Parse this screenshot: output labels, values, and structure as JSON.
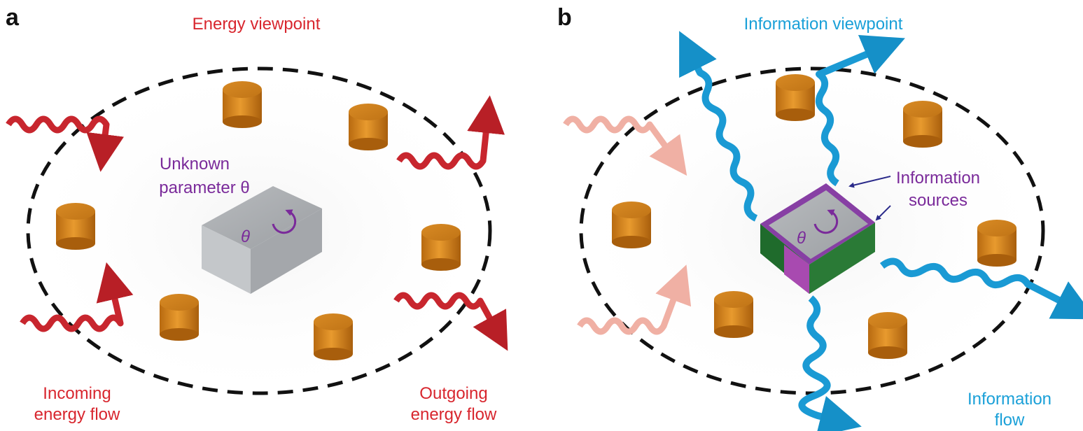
{
  "panel_a": {
    "letter": "a",
    "title": "Energy viewpoint",
    "param_line1": "Unknown",
    "param_line2": "parameter θ",
    "theta": "θ",
    "incoming_line1": "Incoming",
    "incoming_line2": "energy flow",
    "outgoing_line1": "Outgoing",
    "outgoing_line2": "energy flow"
  },
  "panel_b": {
    "letter": "b",
    "title": "Information viewpoint",
    "sources_line1": "Information",
    "sources_line2": "sources",
    "theta": "θ",
    "flow_line1": "Information",
    "flow_line2": "flow"
  },
  "colors": {
    "energy": "#d8262e",
    "information": "#1aa0d8",
    "parameter": "#7a2a9a",
    "scatterer": "#e08a1c",
    "target": "#9a9da0",
    "dashed_boundary": "#111111"
  },
  "icons": {
    "scatterer": "orange-cylinder-icon",
    "target": "grey-box-icon",
    "wave": "wavy-arrow-icon",
    "rotation": "rotation-arrow-icon"
  }
}
